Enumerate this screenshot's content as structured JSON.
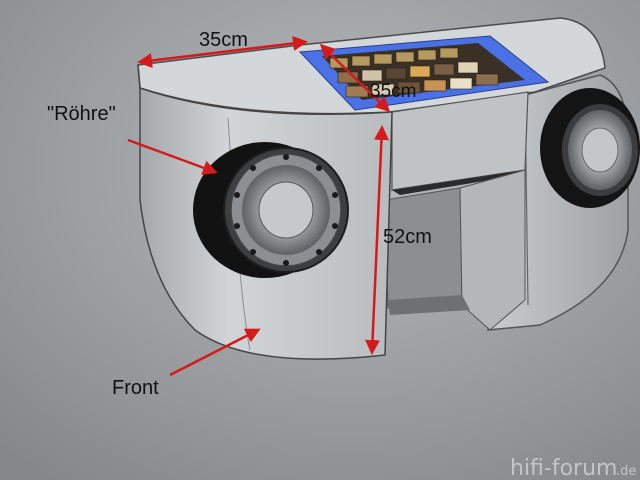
{
  "labels": {
    "width_top": "35cm",
    "depth_top": "35cm",
    "height": "52cm",
    "tube": "\"Röhre\"",
    "front": "Front"
  },
  "watermark": {
    "text": "hifi-forum",
    "suffix": ".de"
  },
  "colors": {
    "background": "#9a9da0",
    "arrow": "#d41a1a",
    "screen_frame": "#4a72e6",
    "body": "#c7cacc"
  }
}
